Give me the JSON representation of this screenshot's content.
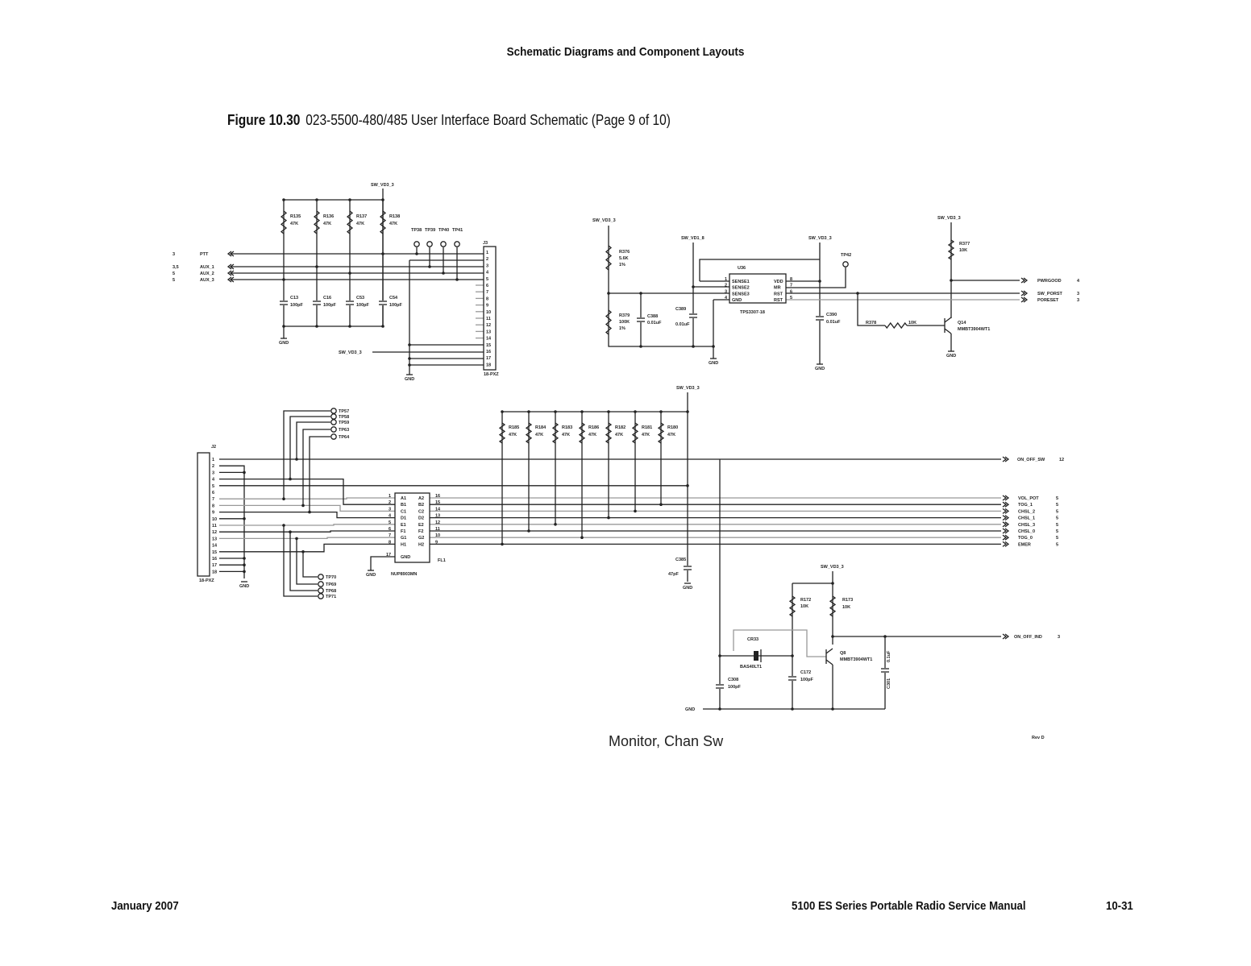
{
  "header": {
    "title": "Schematic Diagrams and Component Layouts"
  },
  "caption": {
    "figure": "Figure 10.30",
    "text": "023-5500-480/485 User Interface Board Schematic (Page 9 of 10)"
  },
  "footer": {
    "date": "January 2007",
    "manual": "5100 ES Series Portable Radio Service Manual",
    "page": "10-31"
  },
  "schematic": {
    "title": "Monitor, Chan Sw",
    "rev": "Rev D",
    "power": {
      "sw_vd3_3": "SW_VD3_3",
      "sw_vd1_8": "SW_VD1_8",
      "gnd": "GND"
    },
    "block1": {
      "resistors": [
        {
          "ref": "R135",
          "val": "47K"
        },
        {
          "ref": "R136",
          "val": "47K"
        },
        {
          "ref": "R137",
          "val": "47K"
        },
        {
          "ref": "R138",
          "val": "47K"
        }
      ],
      "caps": [
        {
          "ref": "C13",
          "val": "100pF"
        },
        {
          "ref": "C16",
          "val": "100pF"
        },
        {
          "ref": "C53",
          "val": "100pF"
        },
        {
          "ref": "C54",
          "val": "100pF"
        }
      ],
      "signals": [
        {
          "page": "3",
          "name": "PTT"
        },
        {
          "page": "3,5",
          "name": "AUX_1"
        },
        {
          "page": "5",
          "name": "AUX_2"
        },
        {
          "page": "5",
          "name": "AUX_3"
        }
      ],
      "testpoints": [
        "TP38",
        "TP39",
        "TP40",
        "TP41"
      ],
      "connector": {
        "ref": "J3",
        "part": "18-PXZ"
      }
    },
    "block2": {
      "r376": {
        "ref": "R376",
        "val": "5.6K",
        "tol": "1%"
      },
      "r379": {
        "ref": "R379",
        "val": "100K",
        "tol": "1%"
      },
      "c388": {
        "ref": "C388",
        "val": "0.01uF"
      },
      "c389": {
        "ref": "C389",
        "val": "0.01uF"
      },
      "c390": {
        "ref": "C390",
        "val": "0.01uF"
      },
      "u36": {
        "ref": "U36",
        "part": "TPS3307-18",
        "left": [
          "SENSE1",
          "SENSE2",
          "SENSE3",
          "GND"
        ],
        "right": [
          "VDD",
          "MR",
          "RST",
          "RST"
        ],
        "lpins": [
          "1",
          "2",
          "3",
          "4"
        ],
        "rpins": [
          "8",
          "7",
          "6",
          "5"
        ]
      },
      "tp42": "TP42",
      "r377": {
        "ref": "R377",
        "val": "10K"
      },
      "r378": {
        "ref": "R378",
        "val": "10K"
      },
      "q14": {
        "ref": "Q14",
        "part": "MMBT3904WT1"
      },
      "outputs": [
        {
          "name": "PWRGOOD",
          "page": "4"
        },
        {
          "name": "SW_PORST",
          "page": "3"
        },
        {
          "name": "PORESET",
          "page": "3"
        }
      ]
    },
    "block3": {
      "connector": {
        "ref": "J2",
        "part": "18-PXZ"
      },
      "filter": {
        "ref": "FL1",
        "part": "NUP8903MN",
        "left": [
          "A1",
          "B1",
          "C1",
          "D1",
          "E1",
          "F1",
          "G1",
          "H1"
        ],
        "right": [
          "A2",
          "B2",
          "C2",
          "D2",
          "E2",
          "F2",
          "G2",
          "H2"
        ],
        "lpins": [
          "1",
          "2",
          "3",
          "4",
          "5",
          "6",
          "7",
          "8"
        ],
        "rpins": [
          "16",
          "15",
          "14",
          "13",
          "12",
          "11",
          "10",
          "9"
        ],
        "gnd": "GND",
        "gndpin": "17"
      },
      "resistors": [
        {
          "ref": "R185",
          "val": "47K"
        },
        {
          "ref": "R184",
          "val": "47K"
        },
        {
          "ref": "R183",
          "val": "47K"
        },
        {
          "ref": "R186",
          "val": "47K"
        },
        {
          "ref": "R182",
          "val": "47K"
        },
        {
          "ref": "R181",
          "val": "47K"
        },
        {
          "ref": "R180",
          "val": "47K"
        }
      ],
      "c385": {
        "ref": "C385",
        "val": "47pF"
      },
      "tp_upper": [
        "TP57",
        "TP58",
        "TP59",
        "TP63",
        "TP64"
      ],
      "tp_lower": [
        "TP70",
        "TP69",
        "TP68",
        "TP71"
      ],
      "on_off_sw": {
        "name": "ON_OFF_SW",
        "page": "12"
      },
      "outputs": [
        {
          "name": "VOL_POT",
          "page": "5"
        },
        {
          "name": "TOG_1",
          "page": "5"
        },
        {
          "name": "CHSL_2",
          "page": "5"
        },
        {
          "name": "CHSL_1",
          "page": "5"
        },
        {
          "name": "CHSL_3",
          "page": "5"
        },
        {
          "name": "CHSL_0",
          "page": "5"
        },
        {
          "name": "TOG_0",
          "page": "5"
        },
        {
          "name": "EMER",
          "page": "5"
        }
      ]
    },
    "block4": {
      "r172": {
        "ref": "R172",
        "val": "10K"
      },
      "r173": {
        "ref": "R173",
        "val": "10K"
      },
      "q8": {
        "ref": "Q8",
        "part": "MMBT3904WT1"
      },
      "cr33": {
        "ref": "CR33",
        "part": "BAS40LT1"
      },
      "c308": {
        "ref": "C308",
        "val": "100pF"
      },
      "c172": {
        "ref": "C172",
        "val": "100pF"
      },
      "c301": {
        "ref": "C301",
        "val": "0.1uF"
      },
      "on_off_ind": {
        "name": "ON_OFF_IND",
        "page": "3"
      }
    },
    "pins": [
      "1",
      "2",
      "3",
      "4",
      "5",
      "6",
      "7",
      "8",
      "9",
      "10",
      "11",
      "12",
      "13",
      "14",
      "15",
      "16",
      "17",
      "18"
    ]
  }
}
